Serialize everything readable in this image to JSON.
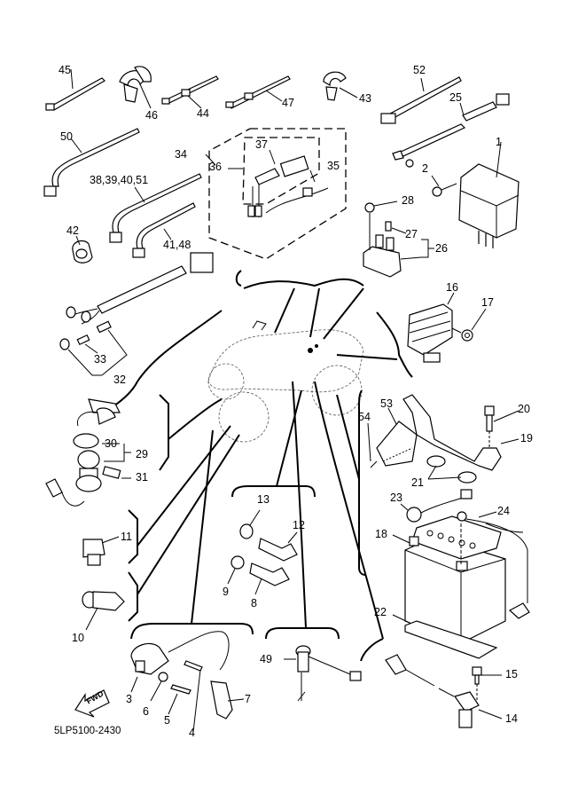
{
  "diagram": {
    "title_code": "5LP5100-2430",
    "direction_marker": "FWD",
    "callouts": [
      {
        "id": "45",
        "label": "45"
      },
      {
        "id": "46",
        "label": "46"
      },
      {
        "id": "44",
        "label": "44"
      },
      {
        "id": "47",
        "label": "47"
      },
      {
        "id": "43",
        "label": "43"
      },
      {
        "id": "52",
        "label": "52"
      },
      {
        "id": "25",
        "label": "25"
      },
      {
        "id": "50",
        "label": "50"
      },
      {
        "id": "34",
        "label": "34"
      },
      {
        "id": "36",
        "label": "36"
      },
      {
        "id": "37",
        "label": "37"
      },
      {
        "id": "35",
        "label": "35"
      },
      {
        "id": "1",
        "label": "1"
      },
      {
        "id": "2",
        "label": "2"
      },
      {
        "id": "28",
        "label": "28"
      },
      {
        "id": "27",
        "label": "27"
      },
      {
        "id": "26",
        "label": "26"
      },
      {
        "id": "38-39-40-51",
        "label": "38,39,40,51"
      },
      {
        "id": "41-48",
        "label": "41,48"
      },
      {
        "id": "42",
        "label": "42"
      },
      {
        "id": "16",
        "label": "16"
      },
      {
        "id": "17",
        "label": "17"
      },
      {
        "id": "33",
        "label": "33"
      },
      {
        "id": "32",
        "label": "32"
      },
      {
        "id": "20",
        "label": "20"
      },
      {
        "id": "53",
        "label": "53"
      },
      {
        "id": "54",
        "label": "54"
      },
      {
        "id": "19",
        "label": "19"
      },
      {
        "id": "30",
        "label": "30"
      },
      {
        "id": "29",
        "label": "29"
      },
      {
        "id": "31",
        "label": "31"
      },
      {
        "id": "21",
        "label": "21"
      },
      {
        "id": "13",
        "label": "13"
      },
      {
        "id": "23",
        "label": "23"
      },
      {
        "id": "24",
        "label": "24"
      },
      {
        "id": "12",
        "label": "12"
      },
      {
        "id": "11",
        "label": "11"
      },
      {
        "id": "18",
        "label": "18"
      },
      {
        "id": "9",
        "label": "9"
      },
      {
        "id": "8",
        "label": "8"
      },
      {
        "id": "10",
        "label": "10"
      },
      {
        "id": "22",
        "label": "22"
      },
      {
        "id": "49",
        "label": "49"
      },
      {
        "id": "7",
        "label": "7"
      },
      {
        "id": "15",
        "label": "15"
      },
      {
        "id": "3",
        "label": "3"
      },
      {
        "id": "6",
        "label": "6"
      },
      {
        "id": "5",
        "label": "5"
      },
      {
        "id": "4",
        "label": "4"
      },
      {
        "id": "14",
        "label": "14"
      }
    ]
  }
}
